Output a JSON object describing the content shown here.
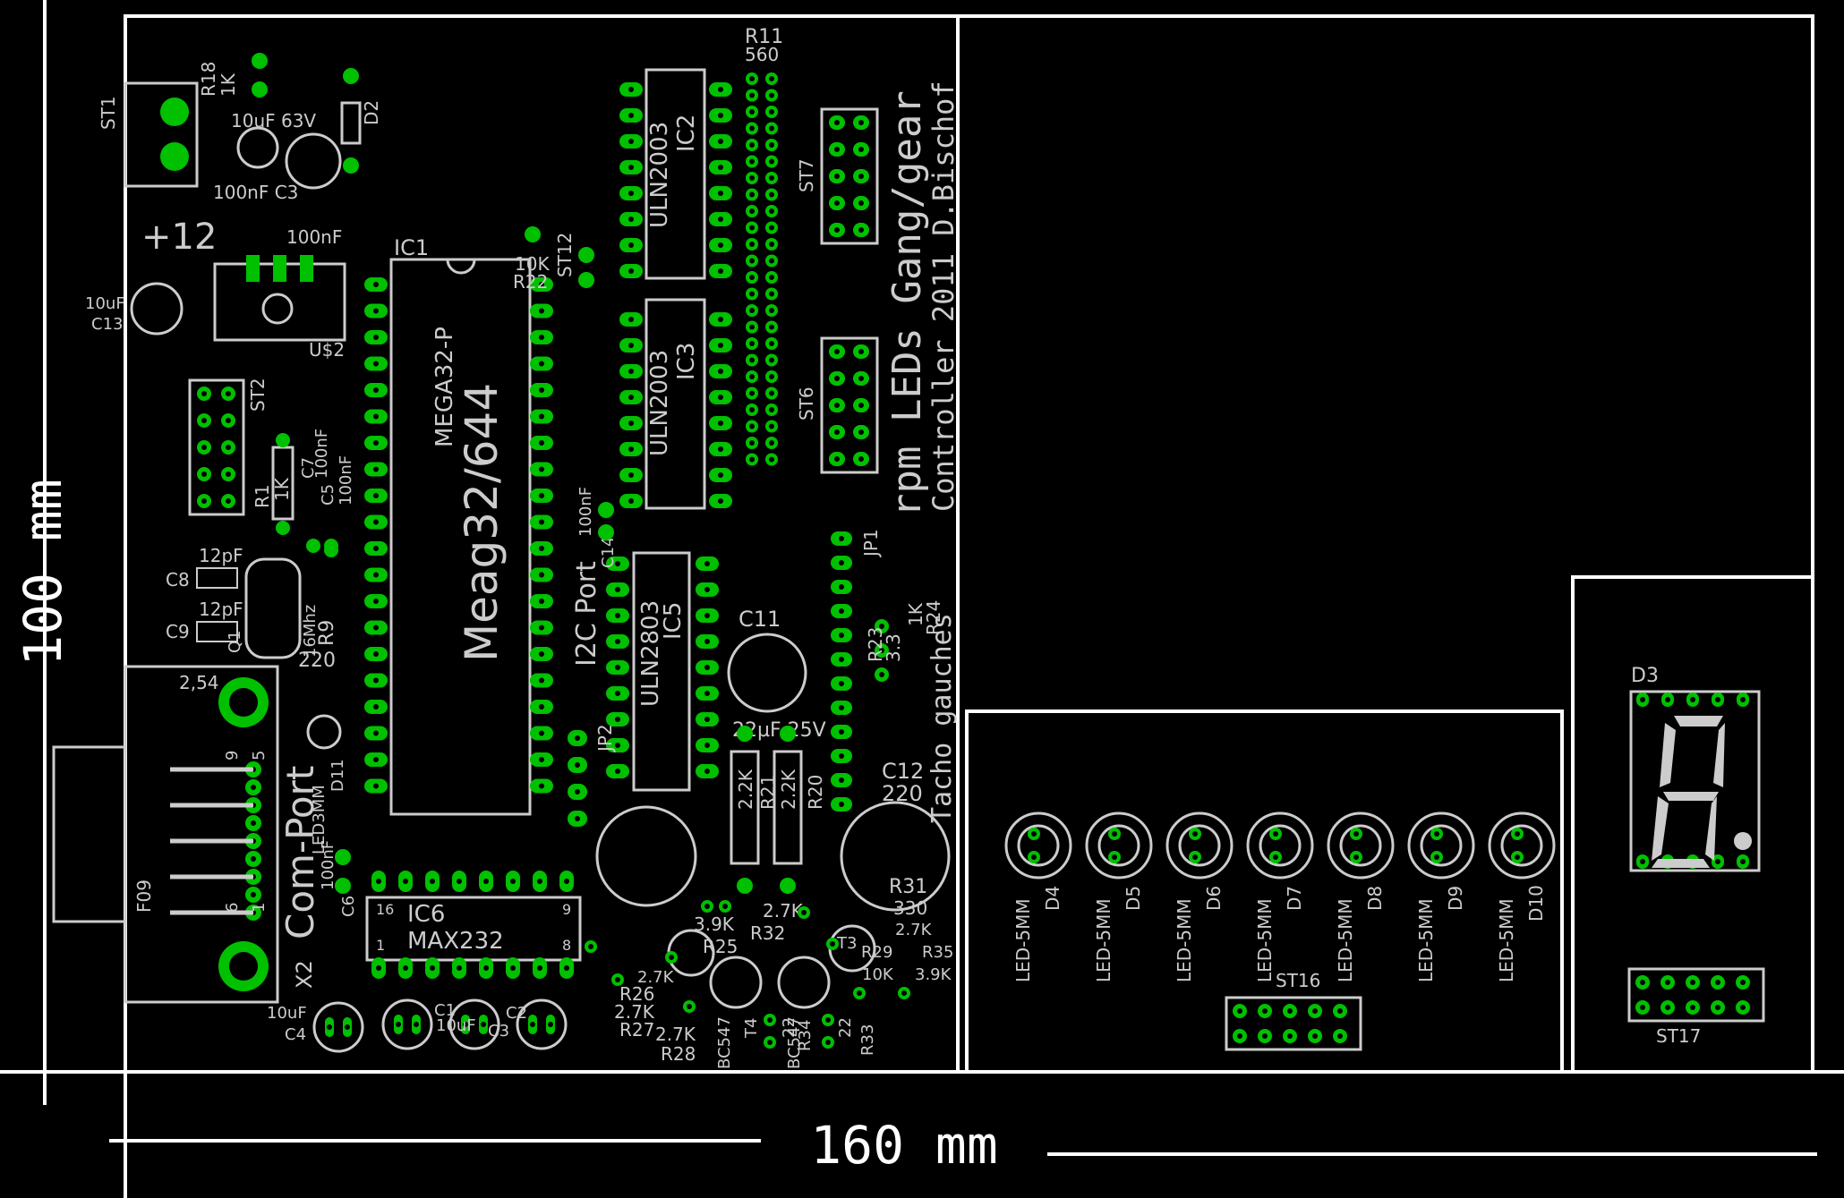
{
  "dimensions": {
    "width_label": "160 mm",
    "height_label": "100 mm"
  },
  "board_title": {
    "line1": "rpm LEDs Gang/gear",
    "line2": "Controller 2011  D.Bischof",
    "line3": "Tacho gauches"
  },
  "colors": {
    "background": "#000000",
    "outline": "#ffffff",
    "pad": "#00c000",
    "silk": "#cccccc"
  },
  "labels": {
    "st1": "ST1",
    "r18": "R18",
    "r18_val": "1K",
    "c_10u63": "10uF 63V",
    "d2": "D2",
    "plus12v": "+12",
    "c100n_top": "100nF C3",
    "c100n_b": "100nF",
    "c13": "C13",
    "c13_val": "10uF",
    "us2": "U$2",
    "ic1": "IC1",
    "r22_val": "10K",
    "r22": "R22",
    "st12": "ST12",
    "ic1_type": "MEGA32-P",
    "ic1_label": "Meag32/644",
    "st2": "ST2",
    "r1": "R1",
    "r1_val": "1K",
    "c7": "C7",
    "c7_val": "100nF",
    "c5": "C5",
    "c5_val": "100nF",
    "c8_val": "12pF",
    "c8": "C8",
    "c9_val": "12pF",
    "c9": "C9",
    "q1": "Q1",
    "q1_val": "16Mhz",
    "r9": "R9",
    "r9_val": "220",
    "x2": "X2",
    "x2_pitch": "2,54",
    "f09": "F09",
    "pin9": "9",
    "pin5": "5",
    "pin6": "6",
    "pin1": "1",
    "com_port": "Com-Port",
    "d11": "D11",
    "d11_val": "LED3MM",
    "c6": "C6",
    "c6_val": "100nF",
    "ic6": "IC6",
    "ic6_type": "MAX232",
    "ic6_p16": "16",
    "ic6_p9": "9",
    "ic6_p1": "1",
    "ic6_p8": "8",
    "c4": "C4",
    "c4_val": "10uF",
    "c1": "C1",
    "c1_val": "10uF",
    "c2": "C2",
    "c3": "C3",
    "ic2": "IC2",
    "ic2_type": "ULN2003",
    "ic3": "IC3",
    "ic3_type": "ULN2003",
    "ic5": "IC5",
    "ic5_type": "ULN2803",
    "i2c_port": "I2C Port",
    "c14": "C14",
    "c14_val": "100nF",
    "jp2": "JP2",
    "jp1": "JP1",
    "st7": "ST7",
    "st6": "ST6",
    "c11": "C11",
    "c11_val": "22µF 25V",
    "c12": "C12",
    "c12_val": "220",
    "r11": "R11",
    "r11_val": "560",
    "r21": "R21",
    "r20": "R20",
    "r21_val": "2.2K",
    "r20_val": "2.2K",
    "r24": "R24",
    "r24_val": "1K",
    "r23": "R23",
    "r23_val": "3.3",
    "r31": "R31",
    "r31_val": "330",
    "r25": "R25",
    "r25_val": "3.9K",
    "r32": "R32",
    "r32_val": "2.7K",
    "r27": "R27",
    "r27_val": "2.7K",
    "r28": "R28",
    "r28_val": "2.7K",
    "r26": "R26",
    "r26_val": "2.7K",
    "r33": "R33",
    "r33_val": "22",
    "r34": "R34",
    "r34_val": "22",
    "t4": "T4",
    "bc547": "BC547",
    "bc547b": "BC547",
    "r29_val": "10K",
    "r30_val": "3.9K",
    "r29": "R29",
    "r35_val": "2.7K",
    "r35": "R35",
    "t3": "T3",
    "led_type": "LED-5MM",
    "d4": "D4",
    "d5": "D5",
    "d6": "D6",
    "d7": "D7",
    "d8": "D8",
    "d9": "D9",
    "d10": "D10",
    "st16": "ST16",
    "st17": "ST17",
    "d3": "D3"
  }
}
